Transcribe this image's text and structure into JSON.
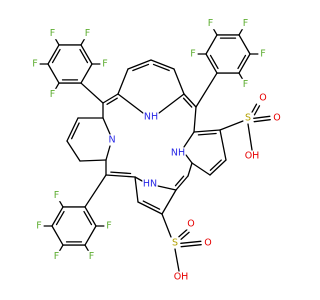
{
  "molecule": {
    "colors": {
      "bond": "#000000",
      "carbon": "#000000",
      "nitrogen": "#2828e6",
      "oxygen": "#e60000",
      "sulfur": "#b3a000",
      "fluorine": "#5fae33",
      "hydrogen": "#000000"
    },
    "labels": {
      "fluorine": "F",
      "nitrogen": "N",
      "nh": "NH",
      "hn": "HN",
      "sulfur": "S",
      "oxygen": "O",
      "oh": "OH"
    }
  }
}
